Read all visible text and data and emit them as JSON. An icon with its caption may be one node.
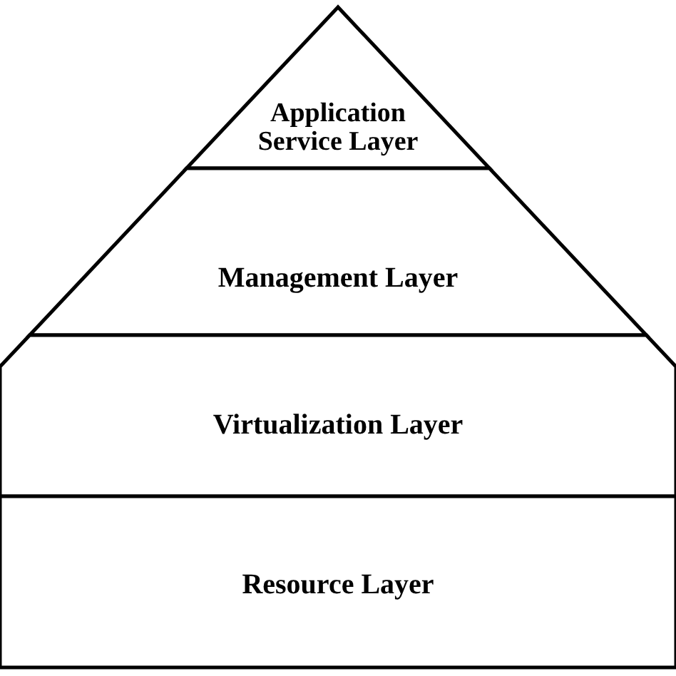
{
  "diagram": {
    "nodes": [
      {
        "text": [
          "Application Service Layer"
        ]
      },
      {
        "text": [
          "Management Layer"
        ]
      },
      {
        "text": [
          "Virtualization Layer"
        ]
      },
      {
        "text": [
          "Resource Layer"
        ]
      }
    ]
  }
}
